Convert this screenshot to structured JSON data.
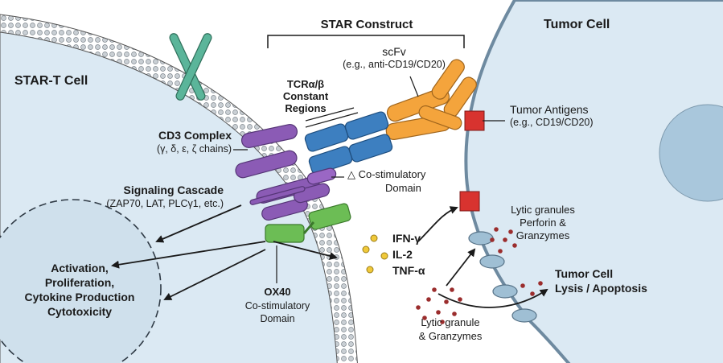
{
  "title": "STAR Construct",
  "cells": {
    "t_cell": "STAR-T Cell",
    "tumor_cell": "Tumor Cell"
  },
  "scfv": {
    "name": "scFv",
    "example": "(e.g., anti-CD19/CD20)"
  },
  "tcr_constant": {
    "line1": "TCRα/β",
    "line2": "Constant",
    "line3": "Regions"
  },
  "cd3": {
    "name": "CD3 Complex",
    "chains": "(γ, δ, ε, ζ chains)"
  },
  "costim": {
    "line1": "△ Co-stimulatory",
    "line2": "Domain"
  },
  "signaling": {
    "name": "Signaling Cascade",
    "detail": "(ZAP70, LAT, PLCγ1, etc.)"
  },
  "outcomes": {
    "line1": "Activation,",
    "line2": "Proliferation,",
    "line3": "Cytokine Production",
    "line4": "Cytotoxicity"
  },
  "ox40": {
    "name": "OX40",
    "line2": "Co-stimulatory",
    "line3": "Domain"
  },
  "cytokines": [
    "IFN-γ",
    "IL-2",
    "TNF-α"
  ],
  "tumor_antigens": {
    "name": "Tumor Antigens",
    "example": "(e.g., CD19/CD20)"
  },
  "lytic_granules_top": {
    "line1": "Lytic granules",
    "line2": "Perforin &",
    "line3": "Granzymes"
  },
  "lysis": {
    "line1": "Tumor Cell",
    "line2": "Lysis / Apoptosis"
  },
  "lytic_granule_bottom": {
    "line1": "Lytic granule",
    "line2": "& Granzymes"
  },
  "colors": {
    "cell_fill": "#dbe9f3",
    "nucleus_fill": "#a9c7dc",
    "scfv": "#f4a43c",
    "tcr": "#3d7fc0",
    "cd3": "#8b5bb5",
    "ox40": "#6cbd55",
    "antigen": "#d8332f",
    "cytokine_dot": "#f0c93a",
    "granule": "#9b2d2d"
  }
}
